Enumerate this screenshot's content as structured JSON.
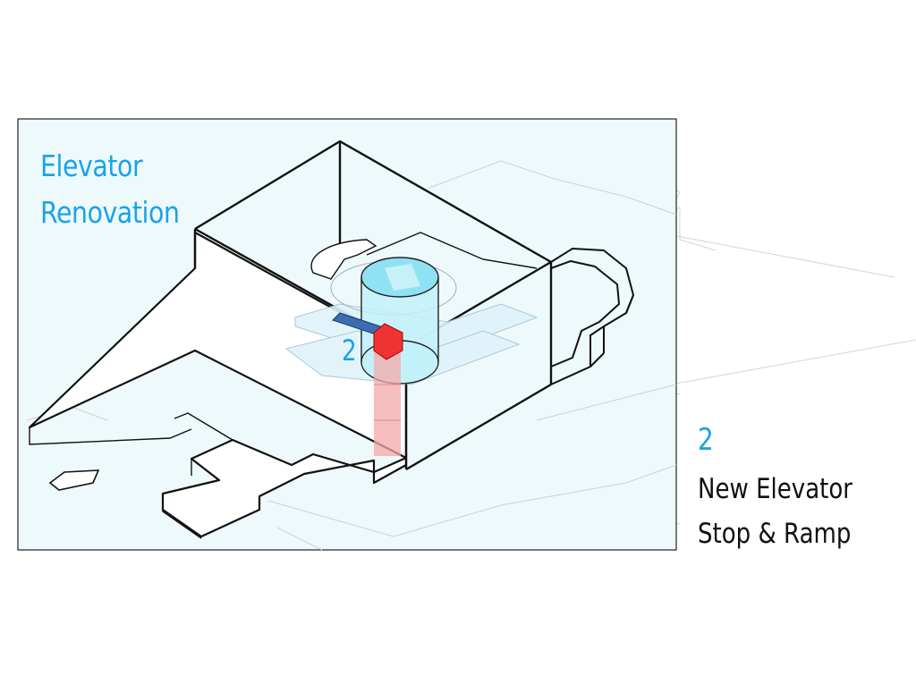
{
  "title": {
    "line1": "Elevator",
    "line2": "Renovation"
  },
  "marker": {
    "label": "2"
  },
  "legend": {
    "number": "2",
    "line1": "New Elevator",
    "line2": "Stop & Ramp"
  },
  "colors": {
    "accent": "#1aa3e8",
    "panel_bg": "#eef9fc",
    "elevator_cylinder": "#9ee7f5",
    "new_stop_red": "#ee3333",
    "ramp_blue": "#3d6db0",
    "outline": "#111111"
  }
}
